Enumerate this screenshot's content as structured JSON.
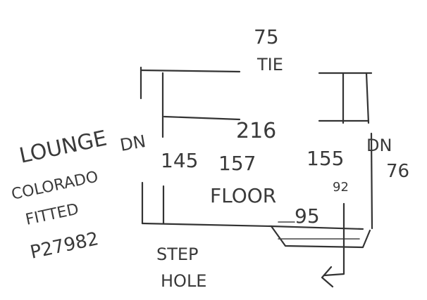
{
  "labels": {
    "top_dimension": "75",
    "top_note": "TIE",
    "width_dimension": "216",
    "left_note": "LOUNGE",
    "left_dn": "DN",
    "left_height": "145",
    "floor_height": "157",
    "floor_label": "FLOOR",
    "right_height": "155",
    "right_dn": "DN",
    "right_dn_count": "76",
    "small_note": "92",
    "bottom_dimension": "95",
    "fire_text_1": "COLORADO",
    "fire_text_2": "FITTED",
    "fire_text_3": "P27982",
    "hole_text_1": "STEP",
    "hole_text_2": "HOLE"
  }
}
